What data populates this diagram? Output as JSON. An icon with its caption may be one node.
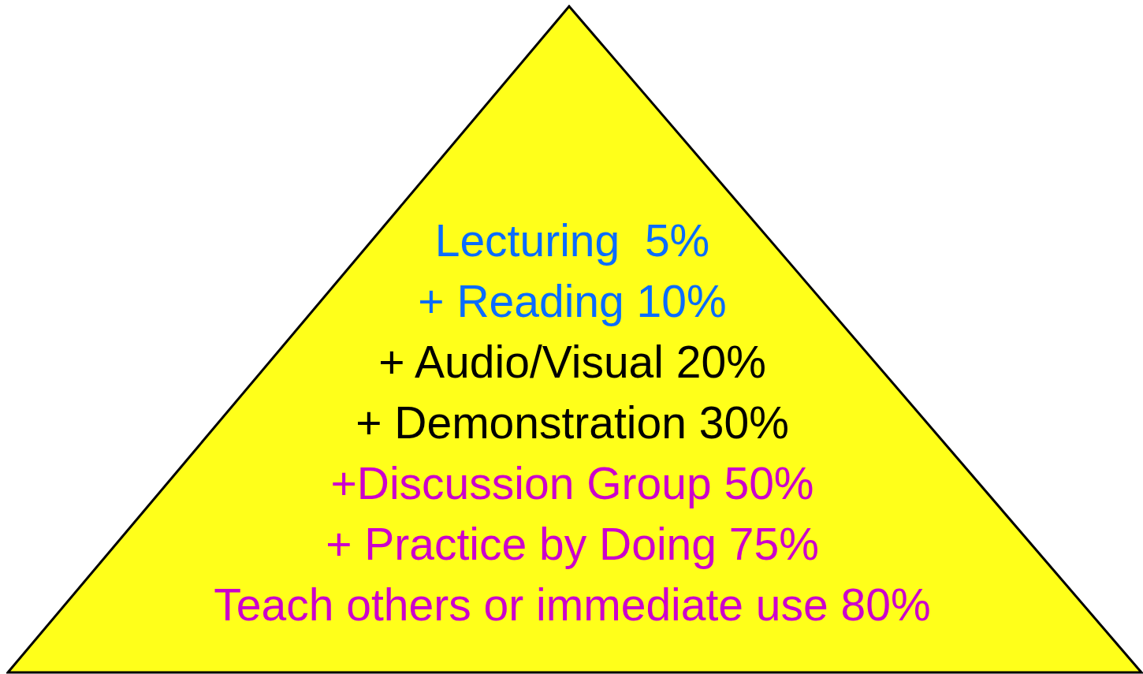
{
  "diagram": {
    "nodes": [
      {
        "text": [
          "Lecturing  5%",
          "+ Reading 10%",
          "+ Audio/Visual 20%",
          "+ Demonstration 30%",
          "+Discussion Group 50%",
          "+ Practice by Doing 75%",
          "Teach others or immediate use 80%"
        ]
      }
    ]
  }
}
